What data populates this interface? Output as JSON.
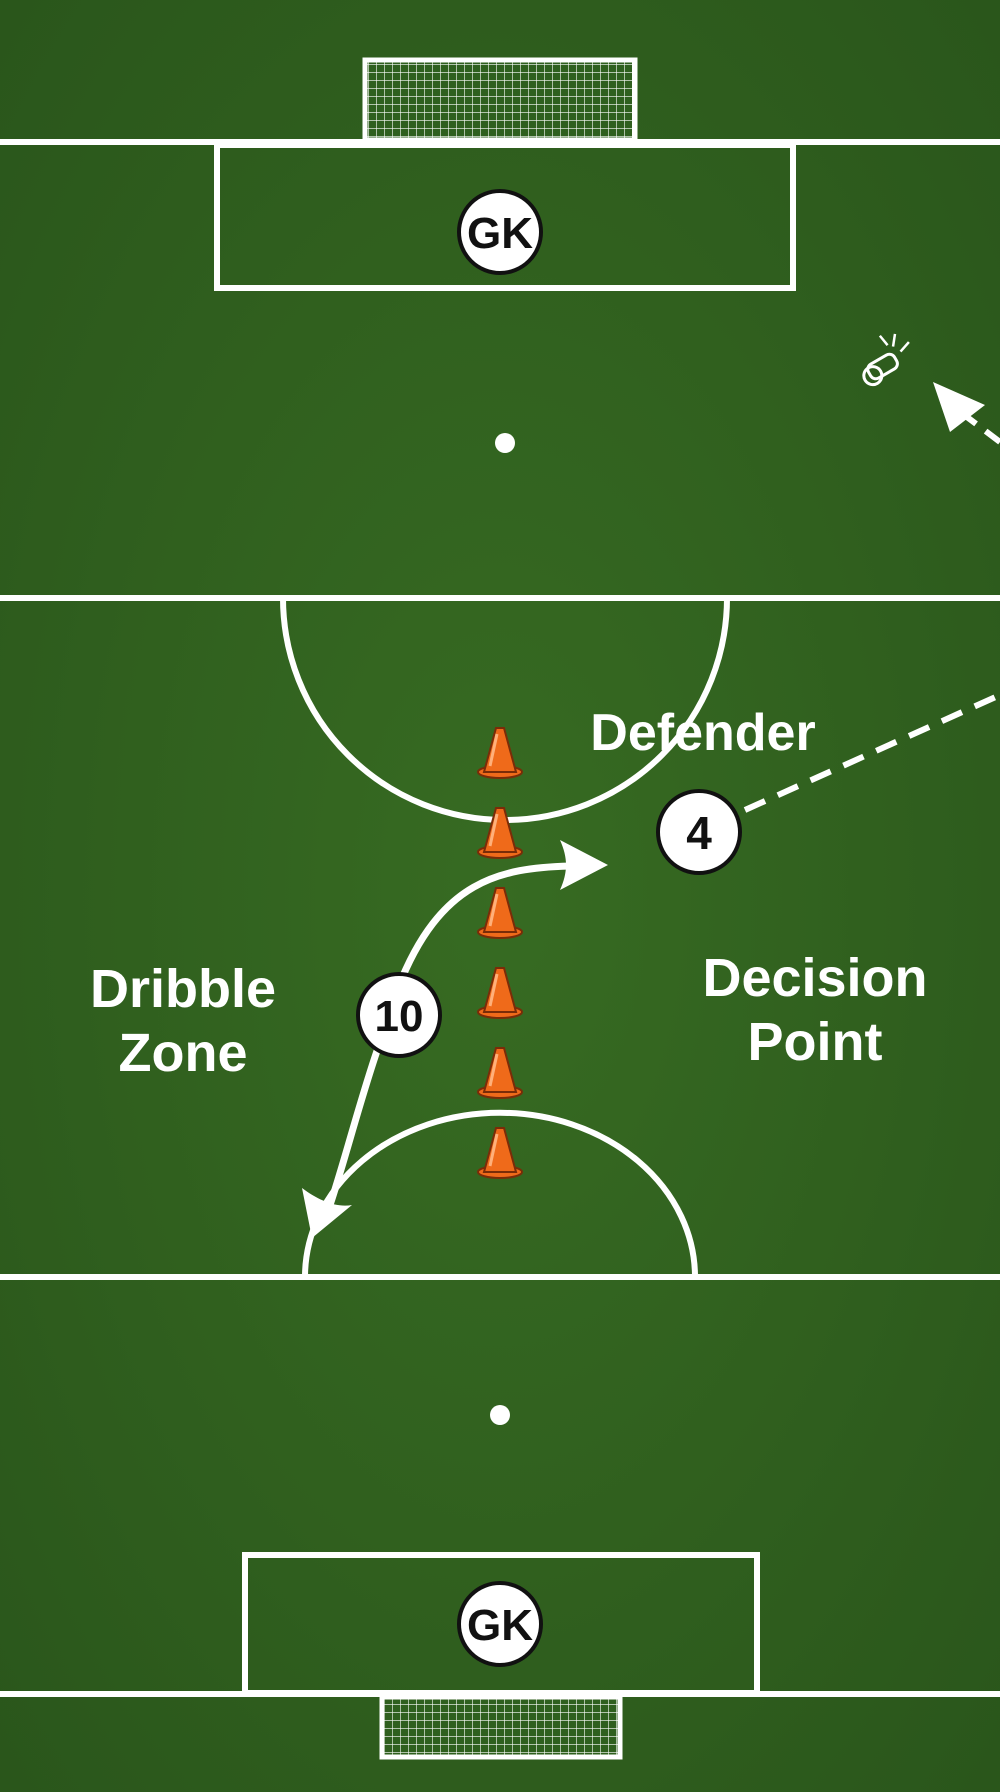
{
  "players": {
    "gk_top": "GK",
    "gk_bottom": "GK",
    "defender_number": "4",
    "attacker_number": "10"
  },
  "labels": {
    "defender": "Defender",
    "dribble_zone": [
      "Dribble",
      "Zone"
    ],
    "decision_point": [
      "Decision",
      "Point"
    ]
  },
  "cones": {
    "count": 6
  },
  "colors": {
    "grass": "#2f5f1e",
    "lines": "#ffffff",
    "cone": "#ef6a1a",
    "player_fill": "#ffffff",
    "player_text": "#111111"
  },
  "icons": {
    "coach_signal": "whistle-icon"
  }
}
